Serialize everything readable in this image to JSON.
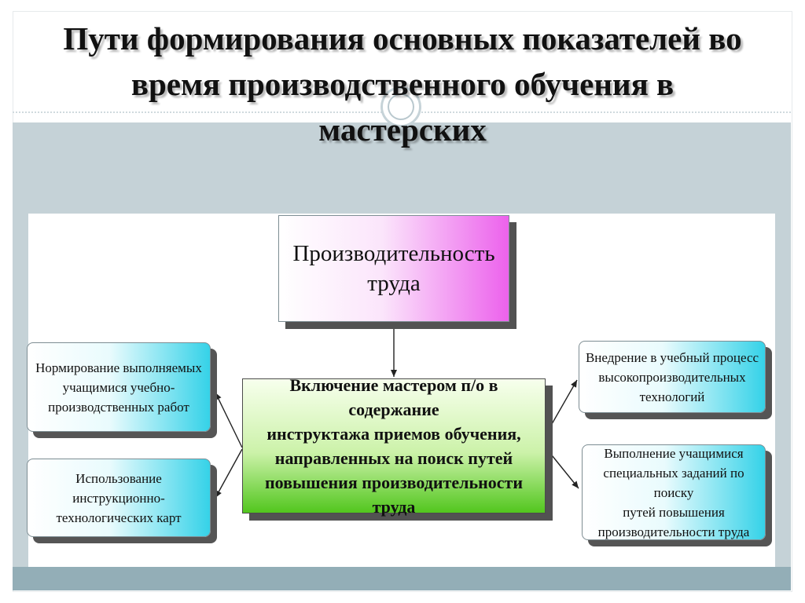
{
  "title": "Пути формирования основных показателей во время производственного обучения в мастерских",
  "diagram": {
    "top_box": {
      "lines": [
        "Производительность",
        "труда"
      ]
    },
    "center_box": {
      "lines": [
        "Включение мастером п/о в содержание",
        "инструктажа приемов обучения,",
        "направленных на поиск путей",
        "повышения производительности труда"
      ]
    },
    "left_boxes": [
      {
        "lines": [
          "Нормирование выполняемых",
          "учащимися учебно-",
          "производственных работ"
        ]
      },
      {
        "lines": [
          "Использование инструкционно-",
          "технологических карт"
        ]
      }
    ],
    "right_boxes": [
      {
        "lines": [
          "Внедрение в учебный процесс",
          "высокопроизводительных",
          "технологий"
        ]
      },
      {
        "lines": [
          "Выполнение учащимися",
          "специальных заданий по поиску",
          "путей повышения",
          "производительности труда"
        ]
      }
    ]
  },
  "colors": {
    "band": "#c5d2d7",
    "bottom_strip": "#93aeb7",
    "top_box_accent": "#ec62ec",
    "center_box_accent": "#52c61e",
    "side_box_accent": "#35d2e8"
  }
}
